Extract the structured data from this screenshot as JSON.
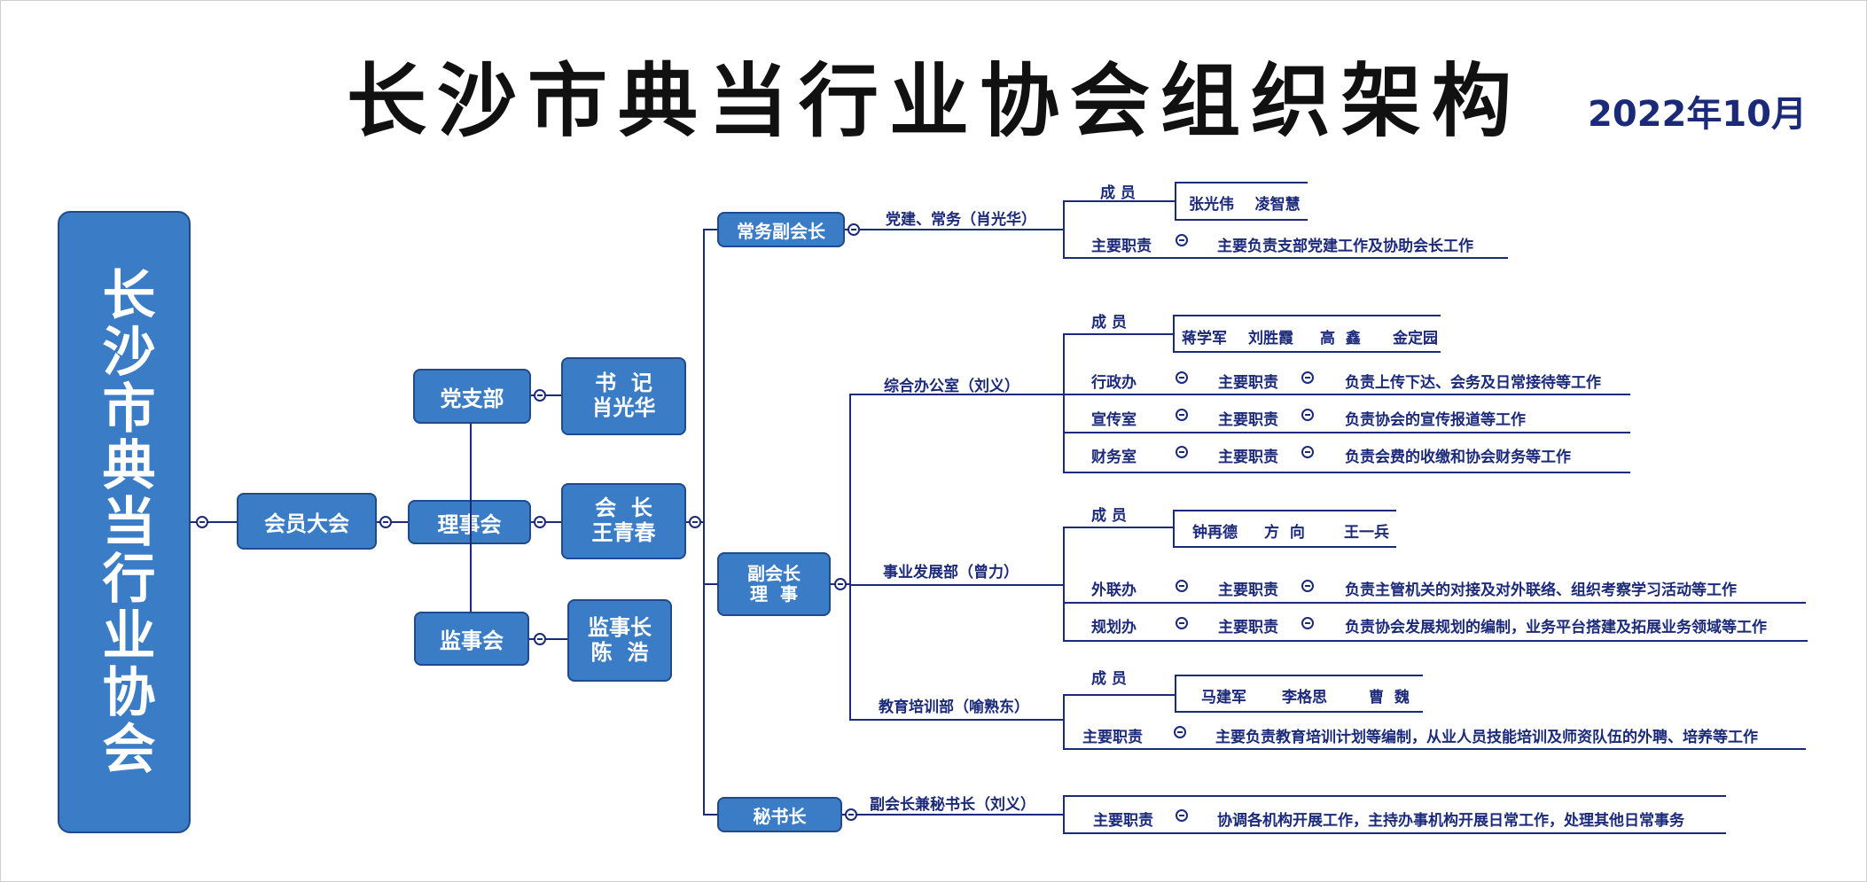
{
  "title": "长沙市典当行业协会组织架构",
  "date": "2022年10月",
  "colors": {
    "box_fill": "#3a7cc6",
    "box_border": "#1f4a8c",
    "line": "#1b2a7a",
    "text": "#1b2a7a"
  },
  "root": "长沙市典当行业协会",
  "assembly": "会员大会",
  "party": {
    "name": "党支部",
    "role": "书  记",
    "person": "肖光华"
  },
  "council": {
    "name": "理事会",
    "role": "会  长",
    "person": "王青春"
  },
  "supervisors": {
    "name": "监事会",
    "role": "监事长",
    "person": "陈  浩"
  },
  "executive_vp": {
    "name": "常务副会长",
    "title": "党建、常务（肖光华）",
    "members_label": "成  员",
    "members": "张光伟    凌智慧",
    "duty_label": "主要职责",
    "duty": "主要负责支部党建工作及协助会长工作"
  },
  "vp": {
    "name_line1": "副会长",
    "name_line2": "理  事",
    "office": {
      "title": "综合办公室（刘义）",
      "members_label": "成  员",
      "members": [
        "蒋学军",
        "刘胜霞",
        "高  鑫",
        "金定园"
      ],
      "rows": [
        {
          "unit": "行政办",
          "duty_label": "主要职责",
          "duty": "负责上传下达、会务及日常接待等工作"
        },
        {
          "unit": "宣传室",
          "duty_label": "主要职责",
          "duty": "负责协会的宣传报道等工作"
        },
        {
          "unit": "财务室",
          "duty_label": "主要职责",
          "duty": "负责会费的收缴和协会财务等工作"
        }
      ]
    },
    "business": {
      "title": "事业发展部（曾力）",
      "members_label": "成  员",
      "members": [
        "钟再德",
        "方  向",
        "王一兵"
      ],
      "rows": [
        {
          "unit": "外联办",
          "duty_label": "主要职责",
          "duty": "负责主管机关的对接及对外联络、组织考察学习活动等工作"
        },
        {
          "unit": "规划办",
          "duty_label": "主要职责",
          "duty": "负责协会发展规划的编制，业务平台搭建及拓展业务领域等工作"
        }
      ]
    },
    "training": {
      "title": "教育培训部（喻熟东）",
      "members_label": "成  员",
      "members": [
        "马建军",
        "李格思",
        "曹  魏"
      ],
      "duty_label": "主要职责",
      "duty": "主要负责教育培训计划等编制，从业人员技能培训及师资队伍的外聘、培养等工作"
    }
  },
  "secretary": {
    "name": "秘书长",
    "title": "副会长兼秘书长（刘义）",
    "duty_label": "主要职责",
    "duty": "协调各机构开展工作，主持办事机构开展日常工作，处理其他日常事务"
  }
}
